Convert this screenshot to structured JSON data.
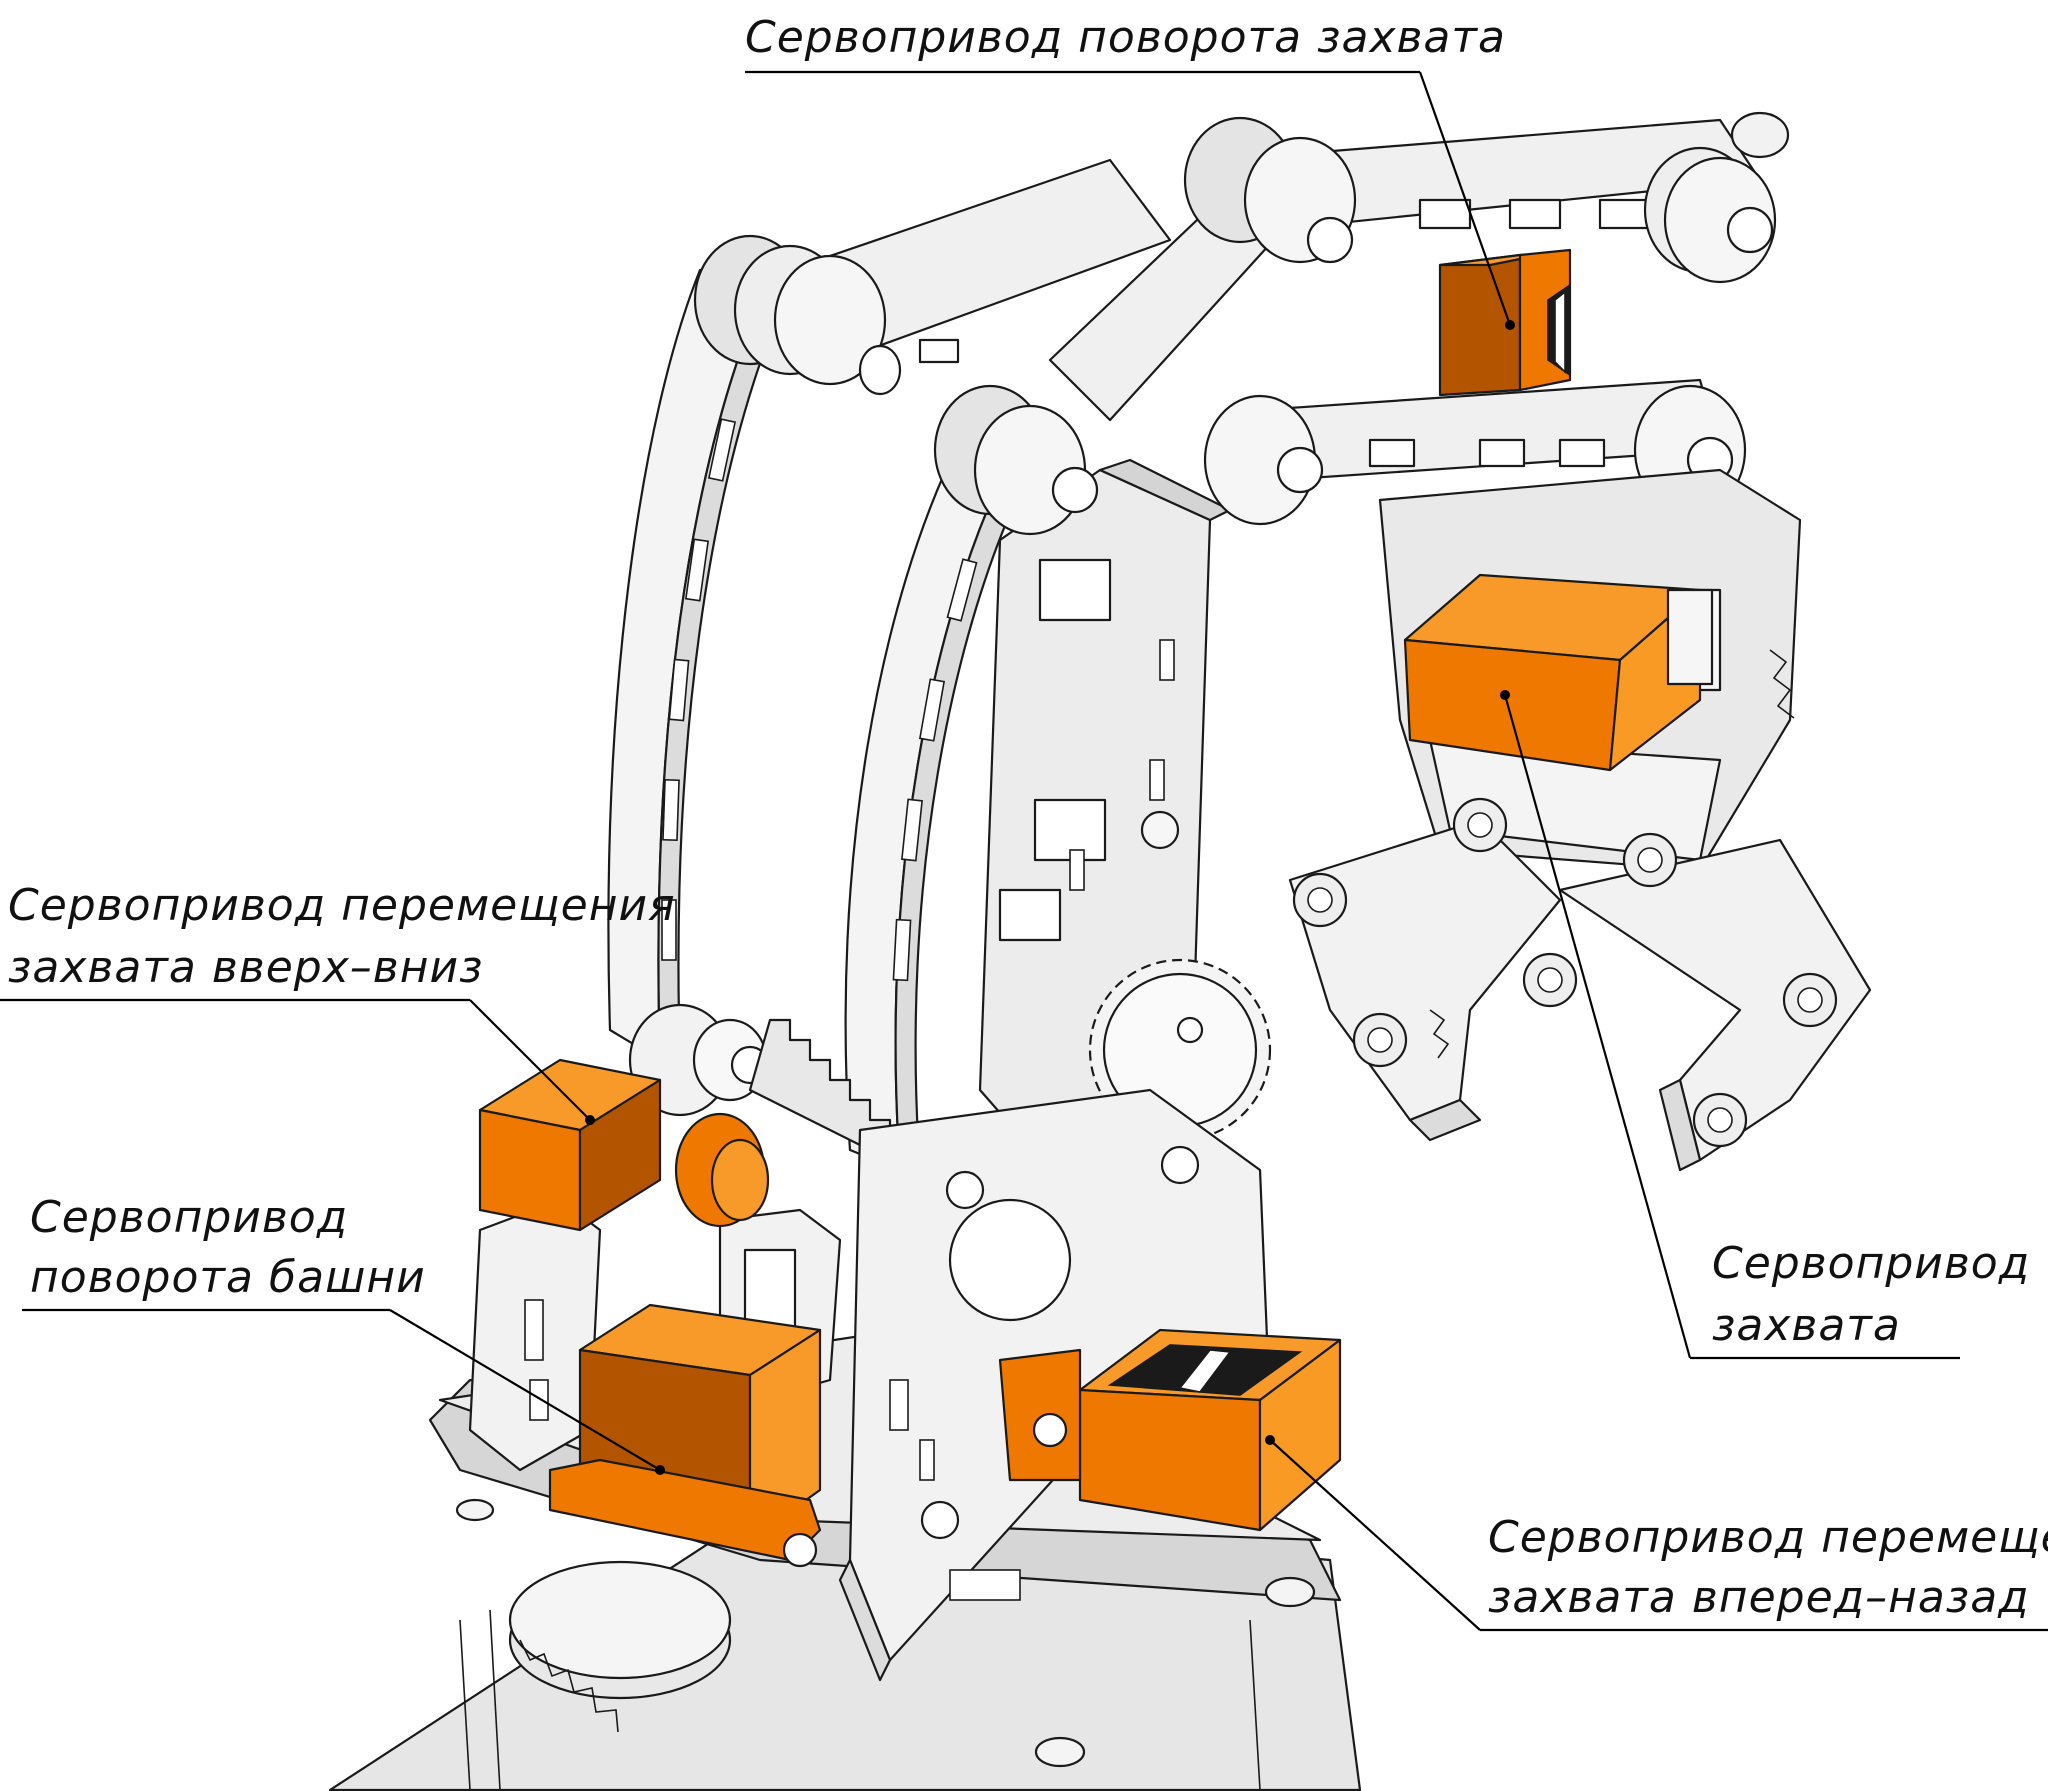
{
  "colors": {
    "servo_front": "#ef7800",
    "servo_top": "#f79a2a",
    "servo_side": "#b35400",
    "panel_light": "#f2f2f2",
    "panel_mid": "#dedede",
    "panel_dark": "#bdbdbd",
    "line": "#1a1a1a"
  },
  "callouts": {
    "rotate_gripper": {
      "line1": "Сервопривод поворота захвата"
    },
    "move_up_down": {
      "line1": "Сервопривод перемещения",
      "line2": "захвата вверх–вниз"
    },
    "rotate_tower": {
      "line1": "Сервопривод",
      "line2": "поворота башни"
    },
    "gripper": {
      "line1": "Сервопривод",
      "line2": "захвата"
    },
    "move_fwd_back": {
      "line1": "Сервопривод перемещения",
      "line2": "захвата вперед–назад"
    }
  }
}
